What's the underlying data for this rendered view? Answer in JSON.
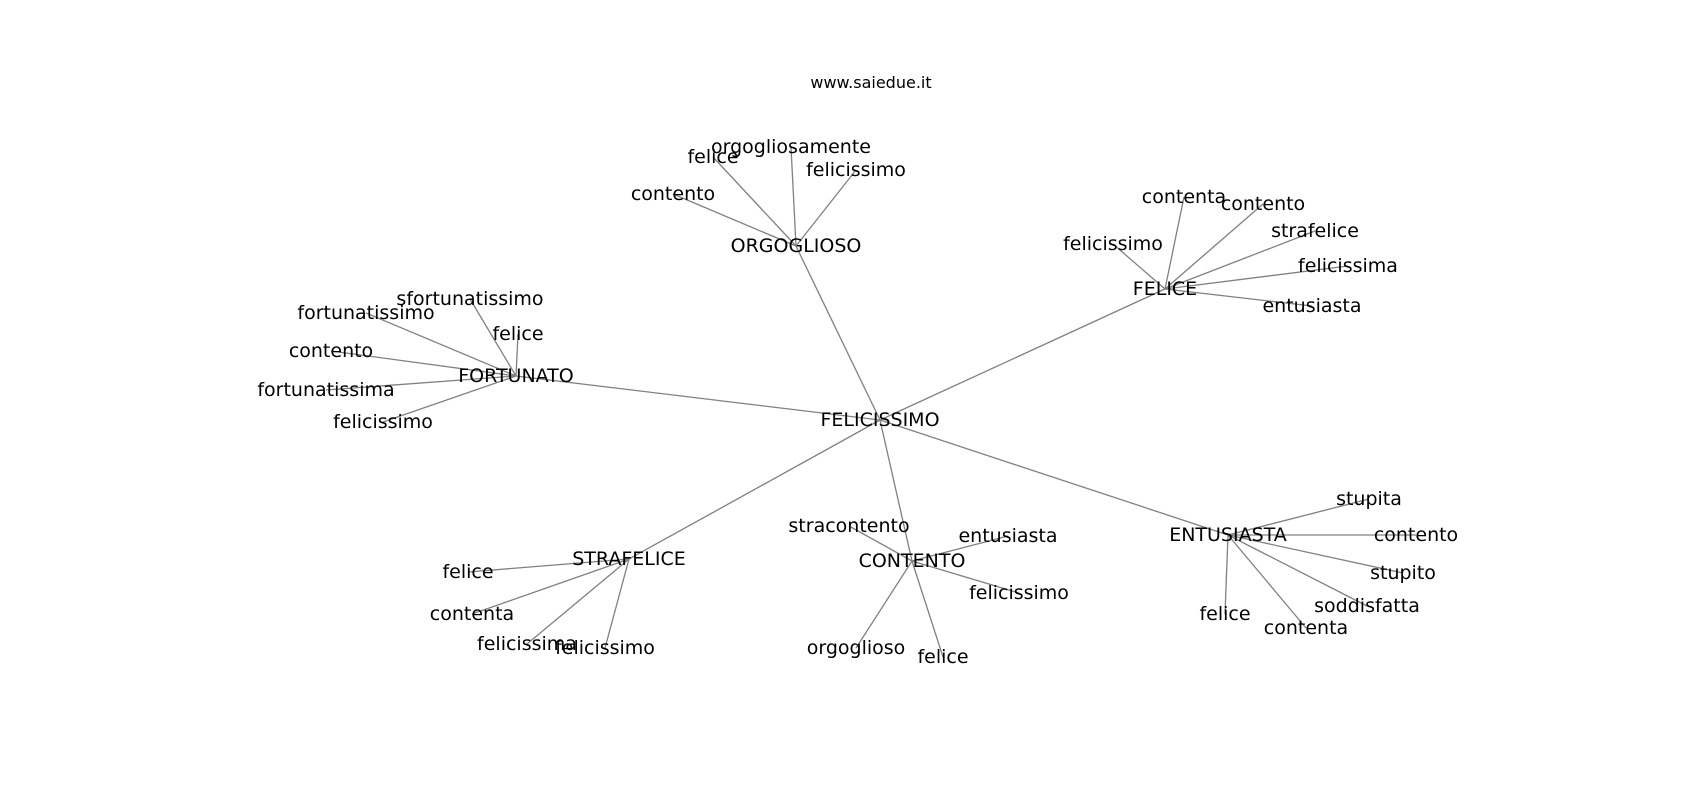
{
  "title": "www.saiedue.it",
  "graph": {
    "root": "FELICISSIMO",
    "groups": [
      {
        "hub": "ORGOGLIOSO",
        "leaves": [
          "felice",
          "orgogliosamente",
          "felicissimo",
          "contento"
        ]
      },
      {
        "hub": "FELICE",
        "leaves": [
          "contenta",
          "contento",
          "strafelice",
          "felicissimo",
          "felicissima",
          "entusiasta"
        ]
      },
      {
        "hub": "FORTUNATO",
        "leaves": [
          "sfortunatissimo",
          "fortunatissimo",
          "felice",
          "contento",
          "fortunatissima",
          "felicissimo"
        ]
      },
      {
        "hub": "STRAFELICE",
        "leaves": [
          "felice",
          "contenta",
          "felicissima",
          "felicissimo"
        ]
      },
      {
        "hub": "CONTENTO",
        "leaves": [
          "stracontento",
          "entusiasta",
          "felicissimo",
          "orgoglioso",
          "felice"
        ]
      },
      {
        "hub": "ENTUSIASTA",
        "leaves": [
          "stupita",
          "contento",
          "stupito",
          "soddisfatta",
          "felice",
          "contenta"
        ]
      }
    ]
  }
}
